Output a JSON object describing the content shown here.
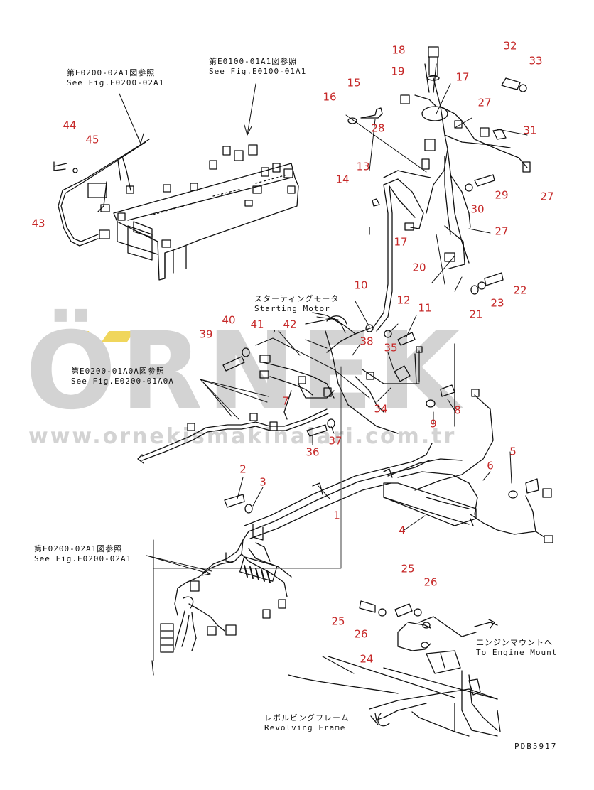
{
  "watermark": {
    "word": "ÖRNEK",
    "url": "www.ornekismakinalari.com.tr"
  },
  "references": {
    "e0200_02a1_top": {
      "jp": "第E0200-02A1図参照",
      "en": "See Fig.E0200-02A1"
    },
    "e0100_01a1": {
      "jp": "第E0100-01A1図参照",
      "en": "See Fig.E0100-01A1"
    },
    "starting_motor": {
      "jp": "スターティングモータ",
      "en": "Starting Motor"
    },
    "e0200_01a0a": {
      "jp": "第E0200-01A0A図参照",
      "en": "See Fig.E0200-01A0A"
    },
    "e0200_02a1_bottom": {
      "jp": "第E0200-02A1図参照",
      "en": "See Fig.E0200-02A1"
    },
    "engine_mount": {
      "jp": "エンジンマウントへ",
      "en": "To Engine Mount"
    },
    "revolving_frame": {
      "jp": "レボルビングフレーム",
      "en": "Revolving Frame"
    }
  },
  "drawing_code": "PDB5917",
  "comma_mark": ",",
  "part_numbers": [
    "1",
    "2",
    "3",
    "4",
    "5",
    "6",
    "7",
    "8",
    "9",
    "10",
    "11",
    "12",
    "13",
    "14",
    "15",
    "16",
    "17",
    "18",
    "19",
    "20",
    "21",
    "22",
    "23",
    "24",
    "25",
    "26",
    "27",
    "28",
    "29",
    "30",
    "31",
    "32",
    "33",
    "34",
    "35",
    "36",
    "37",
    "38",
    "39",
    "40",
    "41",
    "42",
    "43",
    "44",
    "45"
  ],
  "colors": {
    "callout": "#c62828",
    "line": "#111111",
    "watermark": "#d3d3d3",
    "accent": "#f0d65c"
  }
}
